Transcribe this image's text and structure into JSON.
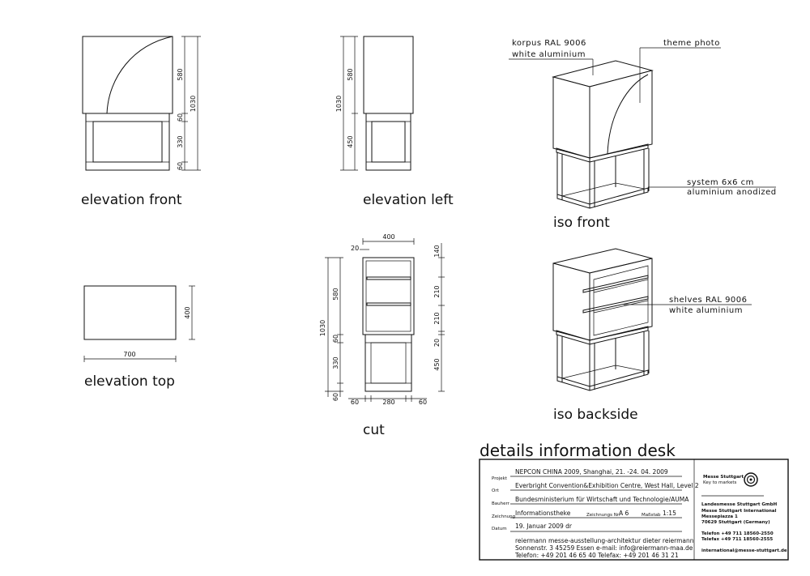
{
  "views": {
    "elevation_front": "elevation front",
    "elevation_left": "elevation left",
    "elevation_top": "elevation top",
    "cut": "cut",
    "iso_front": "iso front",
    "iso_backside": "iso backside"
  },
  "annotations": {
    "korpus_line1": "korpus RAL 9006",
    "korpus_line2": "white aluminium",
    "theme_photo": "theme photo",
    "system_line1": "system 6x6 cm",
    "system_line2": "aluminium anodized",
    "shelves_line1": "shelves RAL 9006",
    "shelves_line2": "white aluminium"
  },
  "dimensions": {
    "front_580": "580",
    "front_1030": "1030",
    "front_60a": "60",
    "front_330": "330",
    "front_60b": "60",
    "left_1030": "1030",
    "left_580": "580",
    "left_450": "450",
    "top_400": "400",
    "top_700": "700",
    "cut_20": "20",
    "cut_400": "400",
    "cut_140": "140",
    "cut_580": "580",
    "cut_210a": "210",
    "cut_1030": "1030",
    "cut_210b": "210",
    "cut_60": "60",
    "cut_20b": "20",
    "cut_330": "330",
    "cut_450": "450",
    "cut_60b": "60",
    "cut_bottom_60a": "60",
    "cut_bottom_280": "280",
    "cut_bottom_60b": "60"
  },
  "drawing_title": "details information desk",
  "title_block": {
    "labels": {
      "projekt": "Projekt",
      "ort": "Ort",
      "bauherr": "Bauherr",
      "zeichnung": "Zeichnung",
      "datum": "Datum",
      "zeichnungs_nr": "Zeichnungs Nr.",
      "massstab": "Maßstab"
    },
    "values": {
      "projekt": "NEPCON CHINA 2009, Shanghai, 21. -24. 04. 2009",
      "ort": "Everbright Convention&Exhibition Centre, West Hall, Level 2",
      "bauherr": "Bundesministerium für Wirtschaft und Technologie/AUMA",
      "zeichnung": "Informationstheke",
      "zeichnungs_nr": "A 6",
      "massstab": "1:15",
      "datum": "19. Januar 2009 dr"
    },
    "architect": {
      "line1": "reiermann messe-ausstellung-architektur dieter reiermann",
      "line2": "Sonnenstr. 3 45259 Essen e-mail: info@reiermann-maa.de",
      "line3": "Telefon: +49 201 46 65 40 Telefax: +49 201 46 31 21"
    },
    "logo": {
      "line1": "Messe Stuttgart",
      "line2": "Key to markets"
    },
    "client": {
      "line1": "Landesmesse Stuttgart GmbH",
      "line2": "Messe Stuttgart International",
      "line3": "Messepiazza 1",
      "line4": "70629 Stuttgart (Germany)",
      "line5": "Telefon +49 711 18560-2550",
      "line6": "Telefax +49 711 18560-2555",
      "line7": "international@messe-stuttgart.de"
    }
  }
}
